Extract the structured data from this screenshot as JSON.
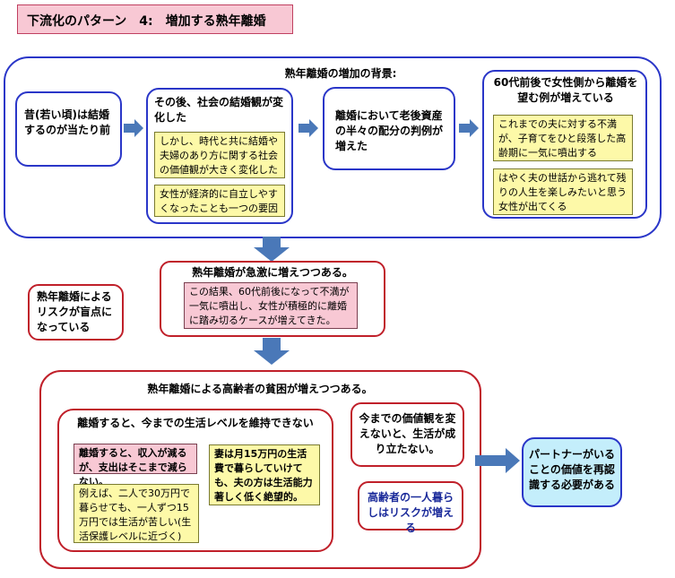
{
  "title": "下流化のパターン　4:　増加する熟年離婚",
  "background": {
    "heading": "熟年離婚の増加の背景:",
    "box1": "昔(若い頃)は結婚するのが当たり前",
    "box2": {
      "heading": "その後、社会の結婚観が変化した",
      "note1": "しかし、時代と共に結婚や夫婦のあり方に関する社会の価値観が大きく変化した",
      "note2": "女性が経済的に自立しやすくなったことも一つの要因"
    },
    "box3": "離婚において老後資産の半々の配分の判例が増えた",
    "box4": {
      "heading": "60代前後で女性側から離婚を望む例が増えている",
      "note1": "これまでの夫に対する不満が、子育てをひと段落した高齢期に一気に噴出する",
      "note2": "はやく夫の世話から逃れて残りの人生を楽しみたいと思う女性が出てくる"
    }
  },
  "middle": {
    "heading": "熟年離婚が急激に増えつつある。",
    "note": "この結果、60代前後になって不満が一気に噴出し、女性が積極的に離婚に踏み切るケースが増えてきた。",
    "side": "熟年離婚によるリスクが盲点になっている"
  },
  "bottom": {
    "heading": "熟年離婚による高齢者の貧困が増えつつある。",
    "inner_heading": "離婚すると、今までの生活レベルを維持できない",
    "note_pink": "離婚すると、収入が減るが、支出はそこまで減らない。",
    "note_left": "例えば、二人で30万円で暮らせても、一人ずつ15万円では生活が苦しい(生活保護レベルに近づく)",
    "note_right": "妻は月15万円の生活費で暮らしていけても、夫の方は生活能力著しく低く絶望的。",
    "box_values": "今までの価値観を変えないと、生活が成り立たない。",
    "box_alone": "高齢者の一人暮らしはリスクが増える"
  },
  "conclusion": "パートナーがいることの価値を再認識する必要がある",
  "colors": {
    "blue": "#2a36c8",
    "red": "#c0202a",
    "arrow": "#4a78b8",
    "yellow": "#fdf9a8",
    "pink": "#f8c8d4",
    "cyan": "#c4eefb"
  }
}
